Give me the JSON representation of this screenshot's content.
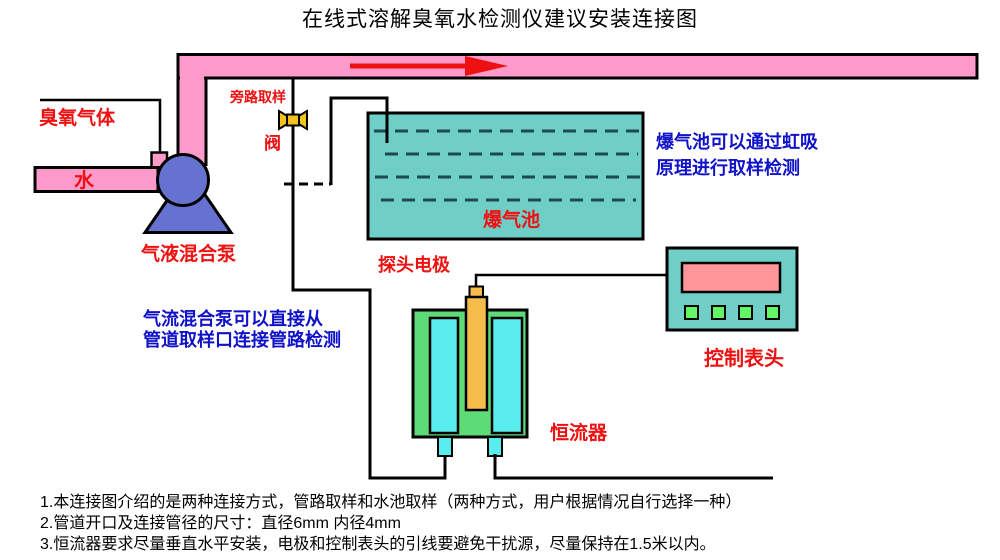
{
  "title": "在线式溶解臭氧水检测仪建议安装连接图",
  "labels": {
    "ozone_gas": "臭氧气体",
    "water": "水",
    "pump": "气液混合泵",
    "bypass_sampling": "旁路取样",
    "valve": "阀",
    "aeration_tank": "爆气池",
    "probe_electrode": "探头电极",
    "constant_flow_cell": "恒流器",
    "control_meter": "控制表头"
  },
  "annotations": {
    "tank_method_line1": "爆气池可以通过虹吸",
    "tank_method_line2": "原理进行取样检测",
    "pipe_method_line1": "气流混合泵可以直接从",
    "pipe_method_line2": "管道取样口连接管路检测"
  },
  "footnotes": [
    "1.本连接图介绍的是两种连接方式，管路取样和水池取样（两种方式，用户根据情况自行选择一种）",
    "2.管道开口及连接管径的尺寸：直径6mm 内径4mm",
    "3.恒流器要求尽量垂直水平安装，电极和控制表头的引线要避免干扰源，尽量保持在1.5米以内。"
  ],
  "colors": {
    "pipe_pink": "#ff9acb",
    "pump_blue": "#6672cf",
    "tank_teal": "#6fcfc7",
    "device_green": "#5ddb77",
    "chamber_cyan": "#58ecec",
    "probe_orange": "#f6bc49",
    "valve_yellow": "#f2c31d",
    "display_pink": "#ff9699",
    "button_green": "#63f763",
    "arrow_red": "#ee1111",
    "label_red": "#ee1111",
    "note_blue": "#1012c9",
    "line_black": "#000000",
    "tank_dash": "#1d4a52"
  }
}
